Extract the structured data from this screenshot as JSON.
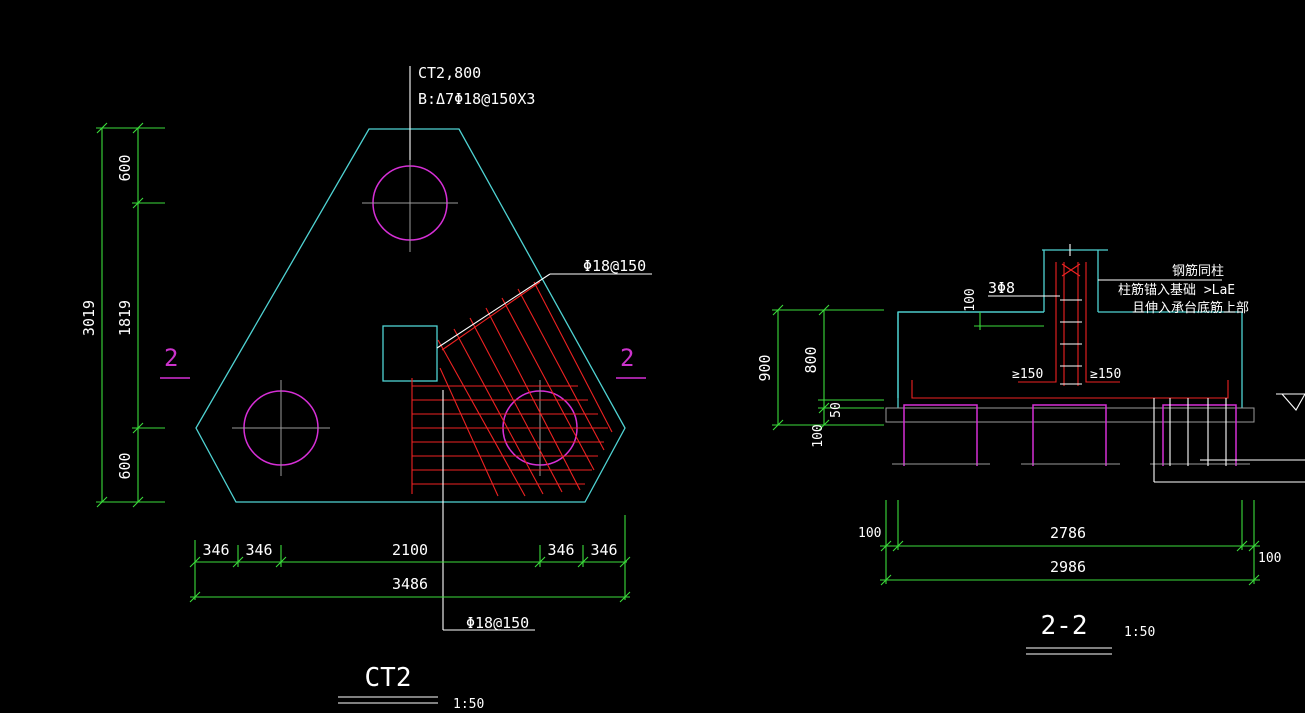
{
  "plan": {
    "leader_title": "CT2,800",
    "leader_spec": "B:Δ7Φ18@150X3",
    "rebar_label_right": "Φ18@150",
    "rebar_label_bottom": "Φ18@150",
    "section_mark_left": "2",
    "section_mark_right": "2",
    "dim_left_total": "3019",
    "dim_left_top": "600",
    "dim_left_mid": "1819",
    "dim_left_bottom": "600",
    "dim_bottom": [
      "346",
      "346",
      "2100",
      "346",
      "346"
    ],
    "dim_bottom_total": "3486",
    "title": "CT2",
    "scale": "1:50"
  },
  "section": {
    "label_bars": "3Φ8",
    "note_line1": "钢筋同柱",
    "note_line2": "柱筋锚入基础 >LaE",
    "note_line3": "且伸入承台底筋上部",
    "dim_cover_top": "100",
    "dim_total_height": "900",
    "dim_cap_height": "800",
    "dim_50": "50",
    "dim_100_bottom": "100",
    "dim_150_left": "≥150",
    "dim_150_right": "≥150",
    "dim_left_100": "100",
    "dim_right_100": "100",
    "dim_inner": "2786",
    "dim_outer": "2986",
    "title": "2-2",
    "scale": "1:50"
  },
  "colors": {
    "outline": "#4fd3d3",
    "pile": "#d62fd6",
    "dimension": "#3bdc3b",
    "rebar": "#ee2222",
    "text": "#ffffff"
  }
}
